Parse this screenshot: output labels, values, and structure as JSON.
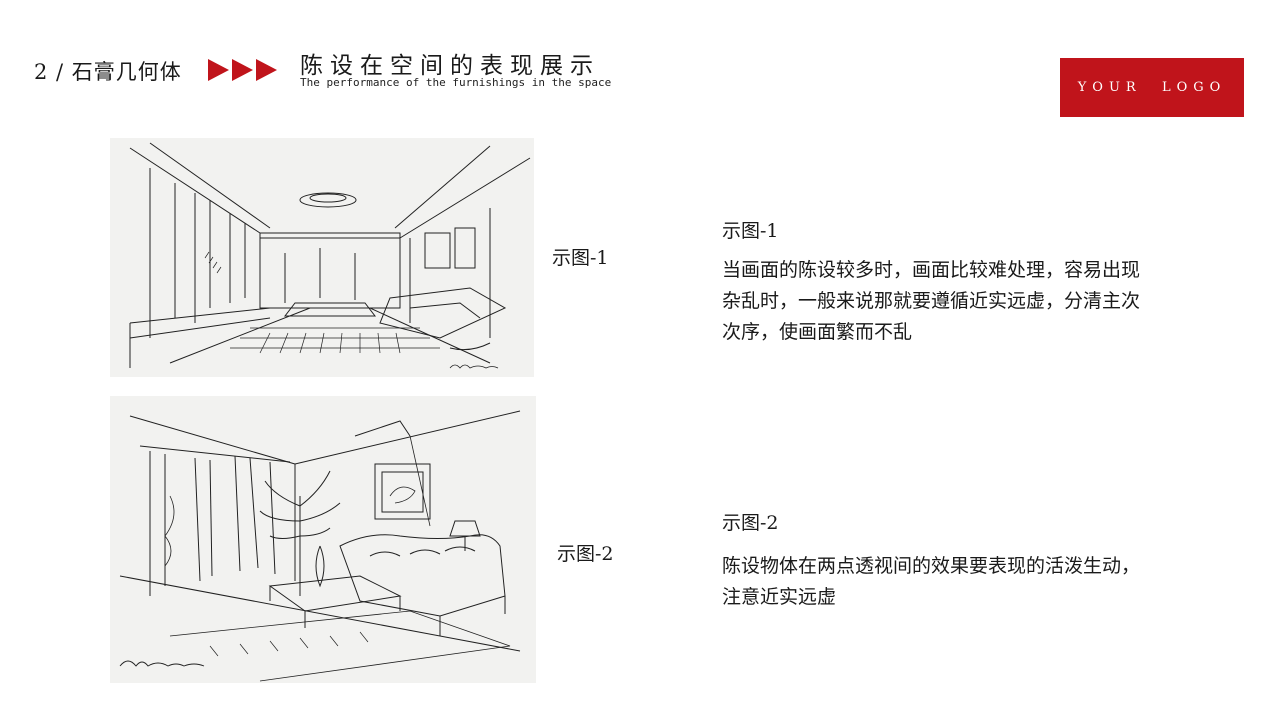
{
  "header": {
    "section_label": "2 / 石膏几何体",
    "title_cn": "陈设在空间的表现展示",
    "title_en": "The performance of the furnishings in the space",
    "accent_color": "#c0141b"
  },
  "logo": {
    "text": "YOUR  LOGO"
  },
  "figures": [
    {
      "label": "示图-1",
      "caption_title": "示图-1",
      "caption_body": "当画面的陈设较多时，画面比较难处理，容易出现杂乱时，一般来说那就要遵循近实远虚，分清主次次序，使画面繁而不乱"
    },
    {
      "label": "示图-2",
      "caption_title": "示图-2",
      "caption_body": "陈设物体在两点透视间的效果要表现的活泼生动，注意近实远虚"
    }
  ]
}
